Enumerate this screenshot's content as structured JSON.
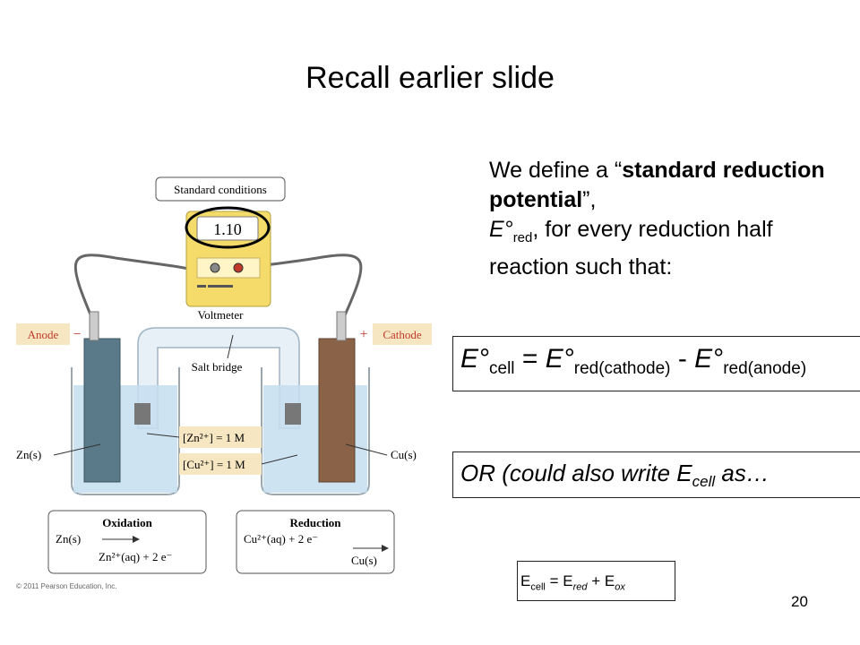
{
  "slide": {
    "title": "Recall earlier slide",
    "page_number": "20",
    "copyright": "© 2011 Pearson Education, Inc."
  },
  "intro": {
    "p1": "We define a “",
    "bold": "standard reduction potential",
    "p2": "”,",
    "symbol": "E°",
    "symbol_sub": "red",
    "p3": ", for every reduction half reaction such that:"
  },
  "formula": {
    "e1": "E°",
    "s1": "cell",
    "eq": " = ",
    "e2": "E°",
    "s2": "red",
    "p2": "(cathode)",
    "minus": " - ",
    "e3": "E°",
    "s3": "red",
    "p3": "(anode)"
  },
  "or_line": {
    "text": "OR  (could also write E",
    "sub": "cell",
    "tail": " as…"
  },
  "small_formula": {
    "e1": "E",
    "s1": "cell",
    "eq": " = ",
    "e2": "E",
    "s2": "red",
    "plus": " +  ",
    "e3": "E",
    "s3": "ox"
  },
  "figure": {
    "standard_conditions": "Standard conditions",
    "voltmeter_reading": "1.10",
    "voltmeter_label": "Voltmeter",
    "salt_bridge": "Salt bridge",
    "anode_label": "Anode",
    "anode_sign": "−",
    "cathode_label": "Cathode",
    "cathode_sign": "+",
    "zn_electrode": "Zn(s)",
    "cu_electrode": "Cu(s)",
    "zn_conc": "[Zn²⁺] = 1 M",
    "cu_conc": "[Cu²⁺] = 1 M",
    "oxidation_title": "Oxidation",
    "oxidation_reactant": "Zn(s)",
    "oxidation_products": "Zn²⁺(aq)  +  2 e⁻",
    "reduction_title": "Reduction",
    "reduction_reactants": "Cu²⁺(aq)  +  2 e⁻",
    "reduction_product": "Cu(s)",
    "colors": {
      "label_bg": "#f6e7c2",
      "label_text": "#c0392b",
      "solution": "#c6def0",
      "zn": "#5a7a8a",
      "cu": "#8a6248",
      "meter": "#f5dc6a"
    }
  }
}
